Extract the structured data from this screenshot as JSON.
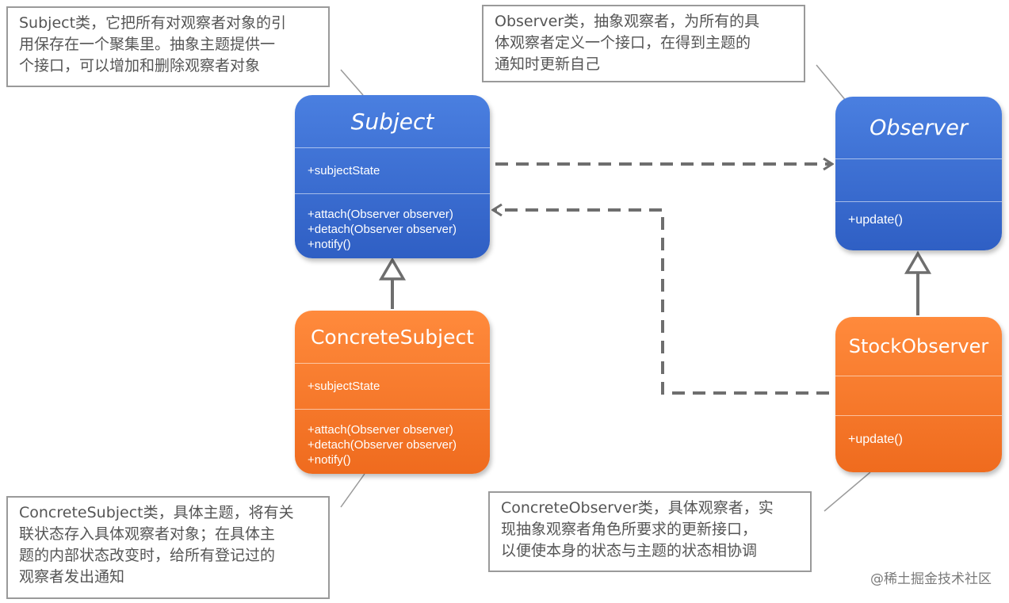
{
  "notes": {
    "subject": "Subject类，它把所有对观察者对象的引\n用保存在一个聚集里。抽象主题提供一\n个接口，可以增加和删除观察者对象",
    "observer": "Observer类，抽象观察者，为所有的具\n体观察者定义一个接口，在得到主题的\n通知时更新自己",
    "concrete_subject": "ConcreteSubject类，具体主题，将有关\n联状态存入具体观察者对象；在具体主\n题的内部状态改变时，给所有登记过的\n观察者发出通知",
    "concrete_observer": "ConcreteObserver类，具体观察者，实\n现抽象观察者角色所要求的更新接口，\n以便使本身的状态与主题的状态相协调"
  },
  "classes": {
    "subject": {
      "name": "Subject",
      "attributes": [
        "+subjectState"
      ],
      "methods": [
        "+attach(Observer observer)",
        "+detach(Observer observer)",
        "+notify()"
      ],
      "color": "#3a6fd6"
    },
    "concrete_subject": {
      "name": "ConcreteSubject",
      "attributes": [
        "+subjectState"
      ],
      "methods": [
        "+attach(Observer observer)",
        "+detach(Observer observer)",
        "+notify()"
      ],
      "color": "#f47a2c"
    },
    "observer": {
      "name": "Observer",
      "attributes": [],
      "methods": [
        "+update()"
      ],
      "color": "#3a6fd6"
    },
    "stock_observer": {
      "name": "StockObserver",
      "attributes": [],
      "methods": [
        "+update()"
      ],
      "color": "#f47a2c"
    }
  },
  "relations": [
    {
      "from": "Subject",
      "to": "Observer",
      "kind": "dependency"
    },
    {
      "from": "StockObserver",
      "to": "Subject",
      "kind": "dependency"
    },
    {
      "from": "ConcreteSubject",
      "to": "Subject",
      "kind": "generalization"
    },
    {
      "from": "StockObserver",
      "to": "Observer",
      "kind": "generalization"
    }
  ],
  "watermark": "@稀土掘金技术社区",
  "colors": {
    "line": "#6e6e6e",
    "note_border": "#9a9a9a"
  }
}
